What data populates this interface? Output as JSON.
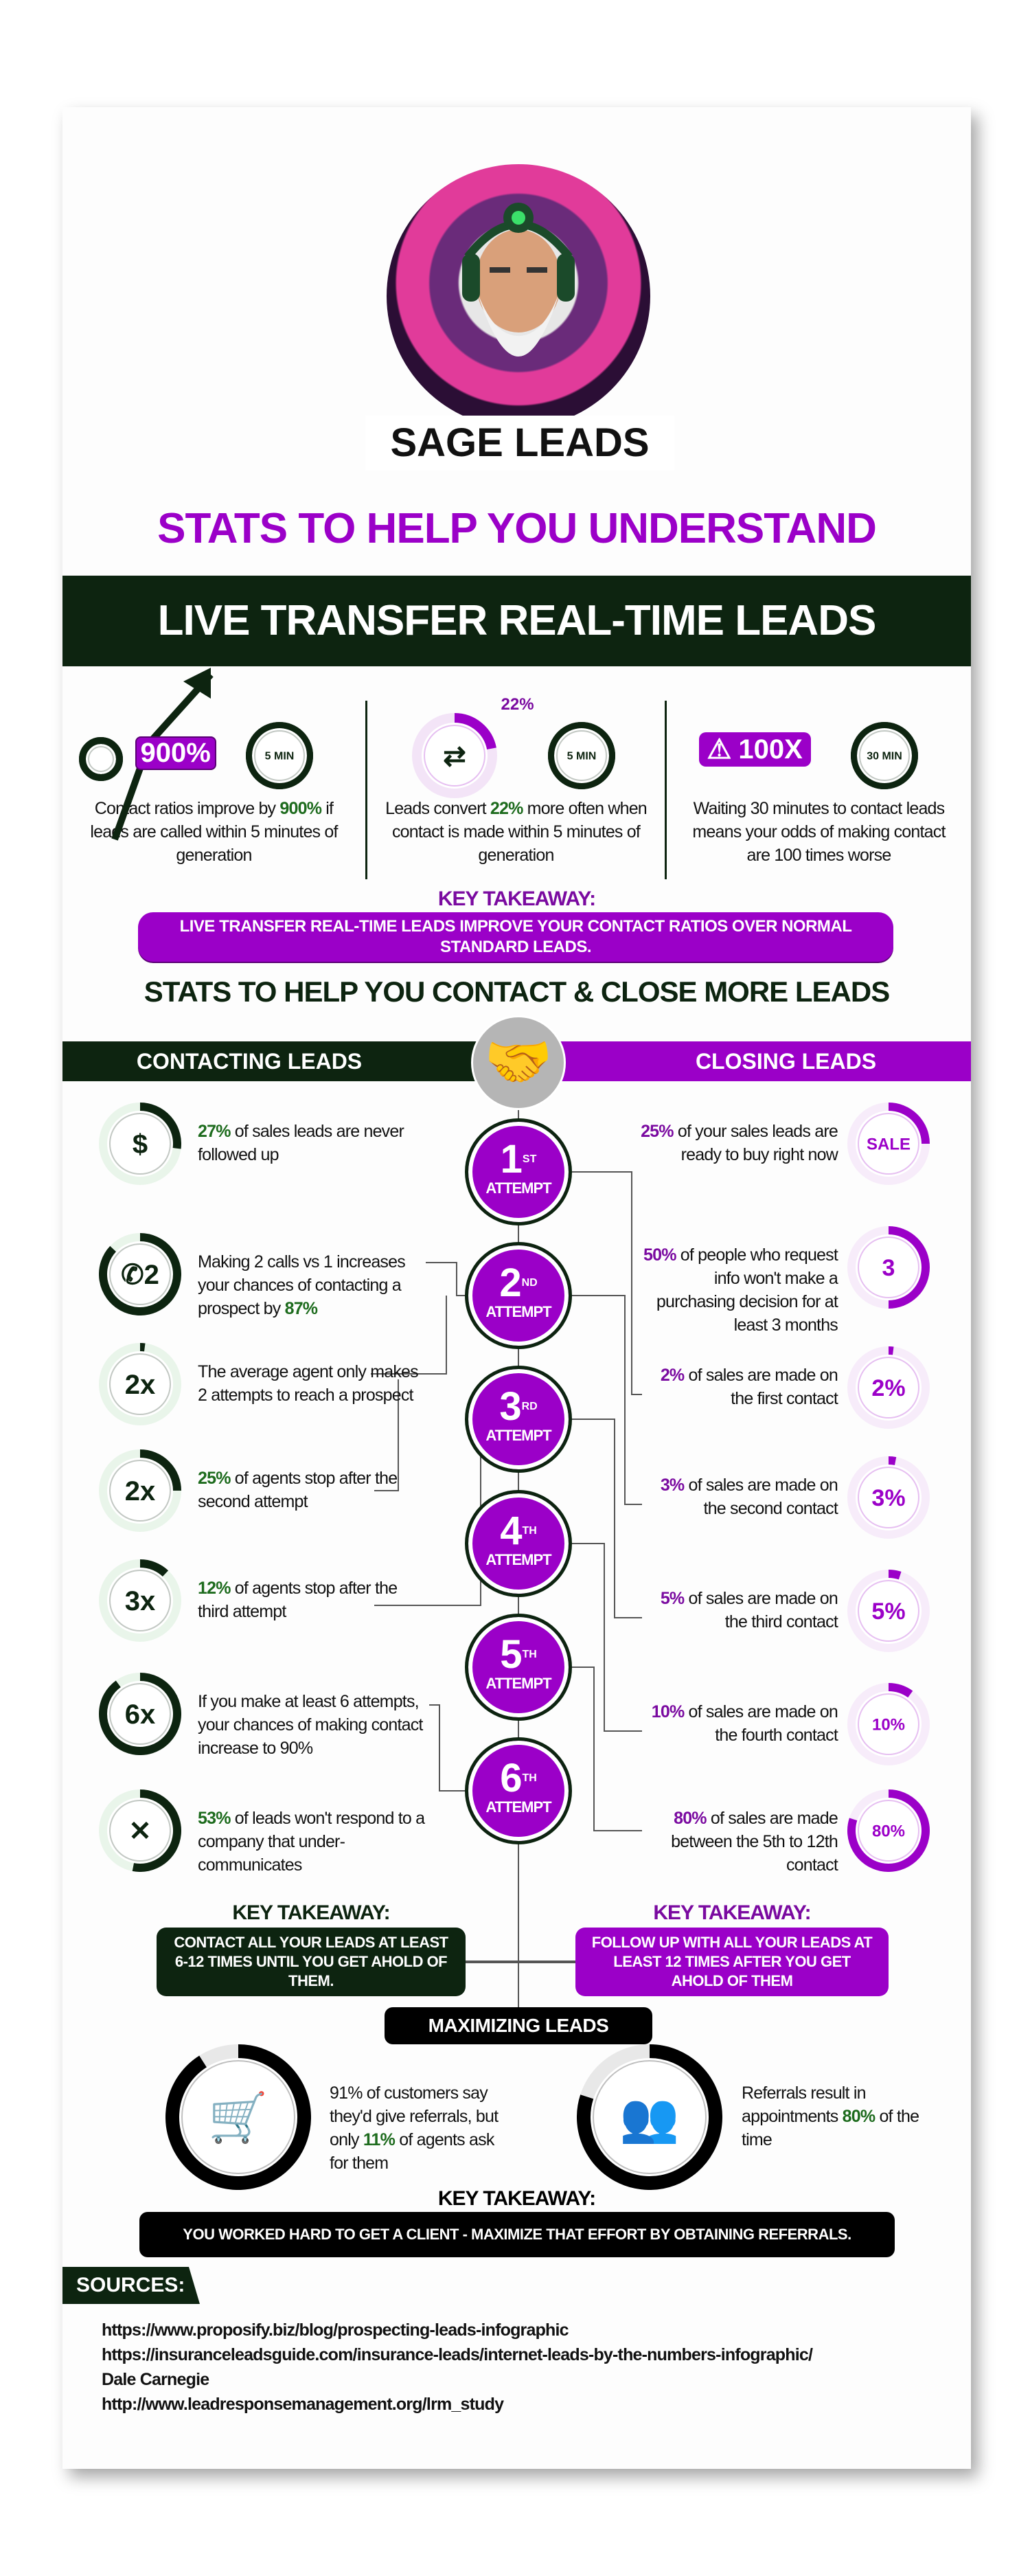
{
  "colors": {
    "dark_green": "#0d2410",
    "purple": "#9b00c8",
    "highlight_green": "#1d6b1d",
    "gray": "#b5b5b5"
  },
  "brand": {
    "name": "SAGE LEADS",
    "logo": "bearded sage with headphones illustration"
  },
  "header": {
    "title_line1": "STATS TO HELP YOU UNDERSTAND",
    "title_line2": "LIVE TRANSFER REAL-TIME LEADS"
  },
  "intro_stats": [
    {
      "badge": "900%",
      "timer": "5",
      "timer_unit": "MIN",
      "pre": "Contact ratios improve by ",
      "hl": "900%",
      "post": " if leads are called within 5 minutes of generation",
      "icon": "phone-icon"
    },
    {
      "badge": "22%",
      "timer": "5",
      "timer_unit": "MIN",
      "pre": "Leads convert ",
      "hl": "22%",
      "post": " more often when contact is made within 5 minutes of generation",
      "icon": "phone-transfer-icon",
      "progress": 22
    },
    {
      "badge": "100X",
      "timer": "30",
      "timer_unit": "MIN",
      "pre": "Waiting 30 minutes to contact leads means your odds of making contact are 100 times worse",
      "hl": "",
      "post": "",
      "icon": "warning-icon"
    }
  ],
  "takeaway1": {
    "label": "KEY TAKEAWAY:",
    "text": "LIVE TRANSFER REAL-TIME LEADS IMPROVE YOUR CONTACT RATIOS OVER NORMAL STANDARD LEADS."
  },
  "section2": {
    "title": "STATS TO HELP YOU CONTACT & CLOSE MORE LEADS",
    "left_header": "CONTACTING LEADS",
    "right_header": "CLOSING LEADS"
  },
  "contacting": [
    {
      "pre": "",
      "hl": "27%",
      "post": " of sales leads are never followed up",
      "icon": "dollar-cycle-icon",
      "glyph": "$",
      "progress": 27
    },
    {
      "pre": "Making 2 calls vs 1 increases your chances of contacting a prospect by ",
      "hl": "87%",
      "post": "",
      "icon": "phone-2-icon",
      "glyph": "✆2",
      "progress": 87
    },
    {
      "pre": "The average agent only makes 2 attempts to reach a prospect",
      "hl": "",
      "post": "",
      "icon": "agent-headset-icon",
      "glyph": "2x"
    },
    {
      "pre": "",
      "hl": "25%",
      "post": " of agents stop after the second attempt",
      "icon": "agent-headset-icon",
      "glyph": "2x",
      "progress": 25
    },
    {
      "pre": "",
      "hl": "12%",
      "post": " of agents stop after the third attempt",
      "icon": "agent-headset-icon",
      "glyph": "3x",
      "progress": 12
    },
    {
      "pre": "If you make at least 6 attempts, your chances of making contact increase to 90%",
      "hl": "",
      "post": "",
      "icon": "agent-headset-icon",
      "glyph": "6x",
      "progress": 90
    },
    {
      "pre": "",
      "hl": "53%",
      "post": " of leads won't respond to a company that under-communicates",
      "icon": "no-response-icon",
      "glyph": "✕",
      "progress": 53
    }
  ],
  "attempts": [
    {
      "num": "1",
      "sup": "ST",
      "label": "ATTEMPT"
    },
    {
      "num": "2",
      "sup": "ND",
      "label": "ATTEMPT"
    },
    {
      "num": "3",
      "sup": "RD",
      "label": "ATTEMPT"
    },
    {
      "num": "4",
      "sup": "TH",
      "label": "ATTEMPT"
    },
    {
      "num": "5",
      "sup": "TH",
      "label": "ATTEMPT"
    },
    {
      "num": "6",
      "sup": "TH",
      "label": "ATTEMPT"
    }
  ],
  "closing": [
    {
      "hl": "25%",
      "post": " of your sales leads are ready to buy right now",
      "icon": "sale-badge-icon",
      "glyph": "SALE",
      "progress": 25
    },
    {
      "hl": "50%",
      "post": " of people who request info won't make a purchasing decision for at least 3 months",
      "icon": "calendar-icon",
      "glyph": "3",
      "progress": 50
    },
    {
      "hl": "2%",
      "post": " of sales are made on the first contact",
      "icon": "growth-chart-icon",
      "glyph": "2%",
      "progress": 2
    },
    {
      "hl": "3%",
      "post": " of sales are made on the second contact",
      "icon": "growth-chart-icon",
      "glyph": "3%",
      "progress": 3
    },
    {
      "hl": "5%",
      "post": " of sales are made on the third contact",
      "icon": "growth-chart-icon",
      "glyph": "5%",
      "progress": 5
    },
    {
      "hl": "10%",
      "post": " of sales are made on the fourth contact",
      "icon": "growth-chart-icon",
      "glyph": "10%",
      "progress": 10
    },
    {
      "hl": "80%",
      "post": " of sales are made between the 5th to 12th contact",
      "icon": "growth-chart-icon",
      "glyph": "80%",
      "progress": 80
    }
  ],
  "takeaway_left": {
    "label": "KEY TAKEAWAY:",
    "text": "CONTACT ALL YOUR LEADS AT LEAST 6-12 TIMES UNTIL YOU GET AHOLD OF THEM."
  },
  "takeaway_right": {
    "label": "KEY TAKEAWAY:",
    "text": "FOLLOW UP WITH ALL YOUR LEADS AT LEAST 12 TIMES AFTER YOU GET AHOLD OF THEM"
  },
  "maximizing": {
    "title": "MAXIMIZING LEADS",
    "items": [
      {
        "pre": "91% of customers say they'd give referrals, but only ",
        "hl": "11%",
        "post": " of agents ask for them",
        "icon": "shopping-cart-person-icon",
        "progress": 91
      },
      {
        "pre": "Referrals result in appointments ",
        "hl": "80%",
        "post": " of the time",
        "icon": "referral-people-icon",
        "progress": 80
      }
    ]
  },
  "takeaway3": {
    "label": "KEY TAKEAWAY:",
    "text": "YOU WORKED HARD TO GET A CLIENT - MAXIMIZE THAT EFFORT BY OBTAINING REFERRALS."
  },
  "sources": {
    "label": "SOURCES:",
    "items": [
      "https://www.proposify.biz/blog/prospecting-leads-infographic",
      "https://insuranceleadsguide.com/insurance-leads/internet-leads-by-the-numbers-infographic/",
      "Dale Carnegie",
      "http://www.leadresponsemanagement.org/lrm_study"
    ]
  }
}
